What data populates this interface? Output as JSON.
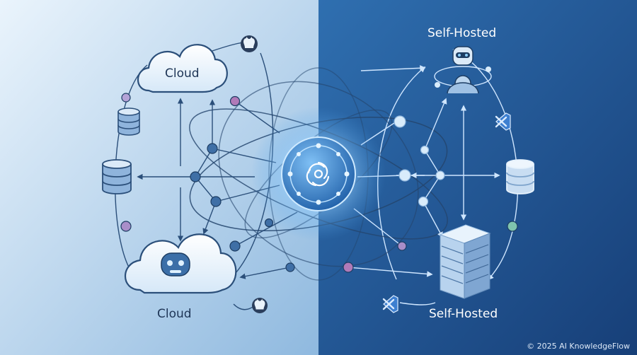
{
  "labels": {
    "cloud_top": "Cloud",
    "cloud_bottom": "Cloud",
    "self_hosted_top": "Self-Hosted",
    "self_hosted_bottom": "Self-Hosted"
  },
  "copyright": "© 2025 AI KnowledgeFlow",
  "icons": {
    "hub": "ai-hub-icon",
    "cloud": "cloud-icon",
    "github": "github-icon",
    "database": "database-icon",
    "robot": "robot-icon",
    "vscode": "vscode-icon",
    "server": "server-rack-icon"
  },
  "colors": {
    "left_bg": "#bcd8f0",
    "right_bg": "#1e4f8c",
    "accent": "#3a78c8",
    "line": "#2b4f7a"
  }
}
